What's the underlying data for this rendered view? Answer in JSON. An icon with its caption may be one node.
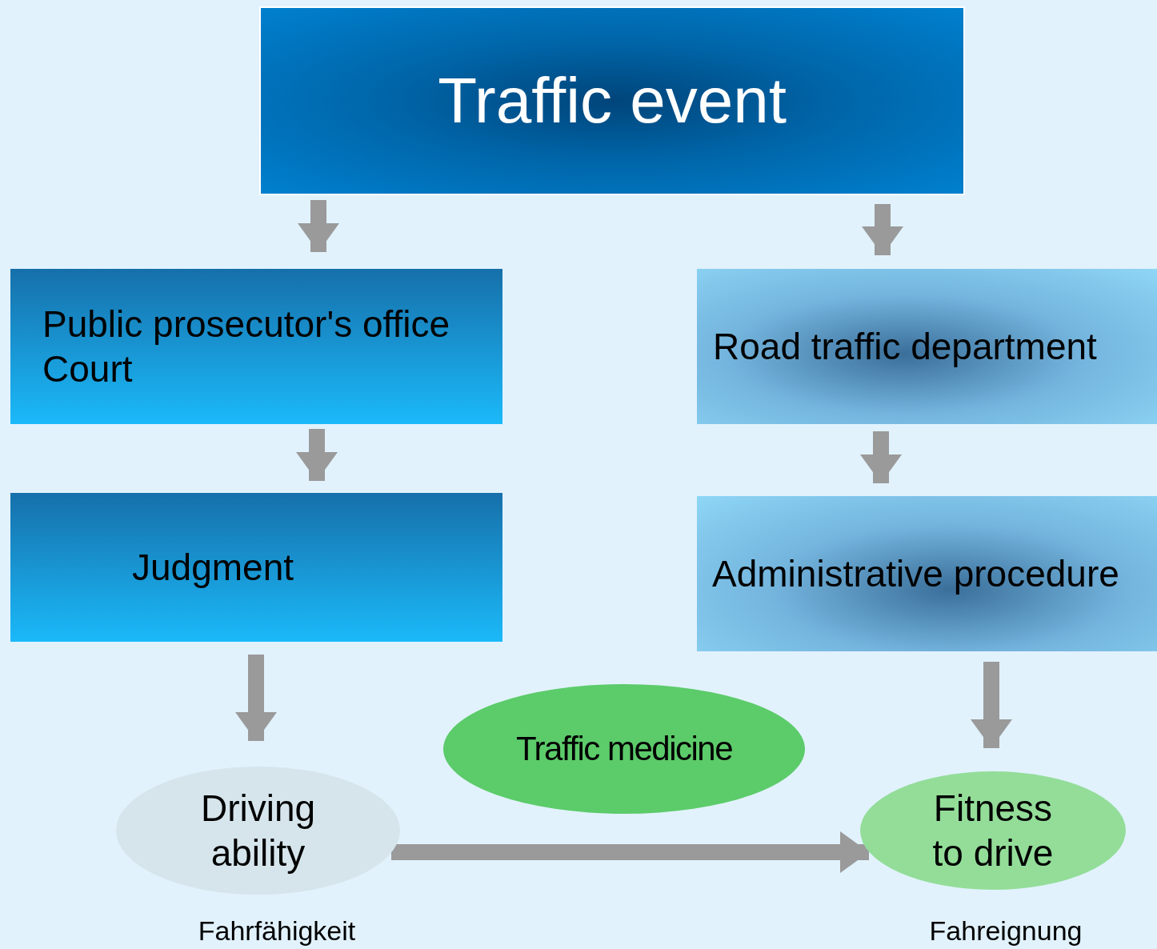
{
  "diagram": {
    "nodes": [
      {
        "text": [
          "Traffic event"
        ]
      },
      {
        "text": [
          "Public prosecutor's office",
          "Court"
        ]
      },
      {
        "text": [
          "Road traffic department"
        ]
      },
      {
        "text": [
          "Judgment"
        ]
      },
      {
        "text": [
          "Administrative procedure"
        ]
      },
      {
        "text": [
          "Traffic medicine"
        ]
      },
      {
        "text": [
          "Driving ability"
        ],
        "beside": [
          "Fahrfähigkeit"
        ]
      },
      {
        "text": [
          "Fitness to drive"
        ],
        "beside": [
          "Fahreignung"
        ]
      }
    ],
    "edges": [
      {
        "from": 0,
        "to": 1,
        "arrow": "to"
      },
      {
        "from": 0,
        "to": 2,
        "arrow": "to"
      },
      {
        "from": 1,
        "to": 3,
        "arrow": "to"
      },
      {
        "from": 2,
        "to": 4,
        "arrow": "to"
      },
      {
        "from": 3,
        "to": 6,
        "arrow": "to"
      },
      {
        "from": 4,
        "to": 7,
        "arrow": "to"
      },
      {
        "from": 6,
        "to": 7,
        "arrow": "to"
      }
    ]
  }
}
